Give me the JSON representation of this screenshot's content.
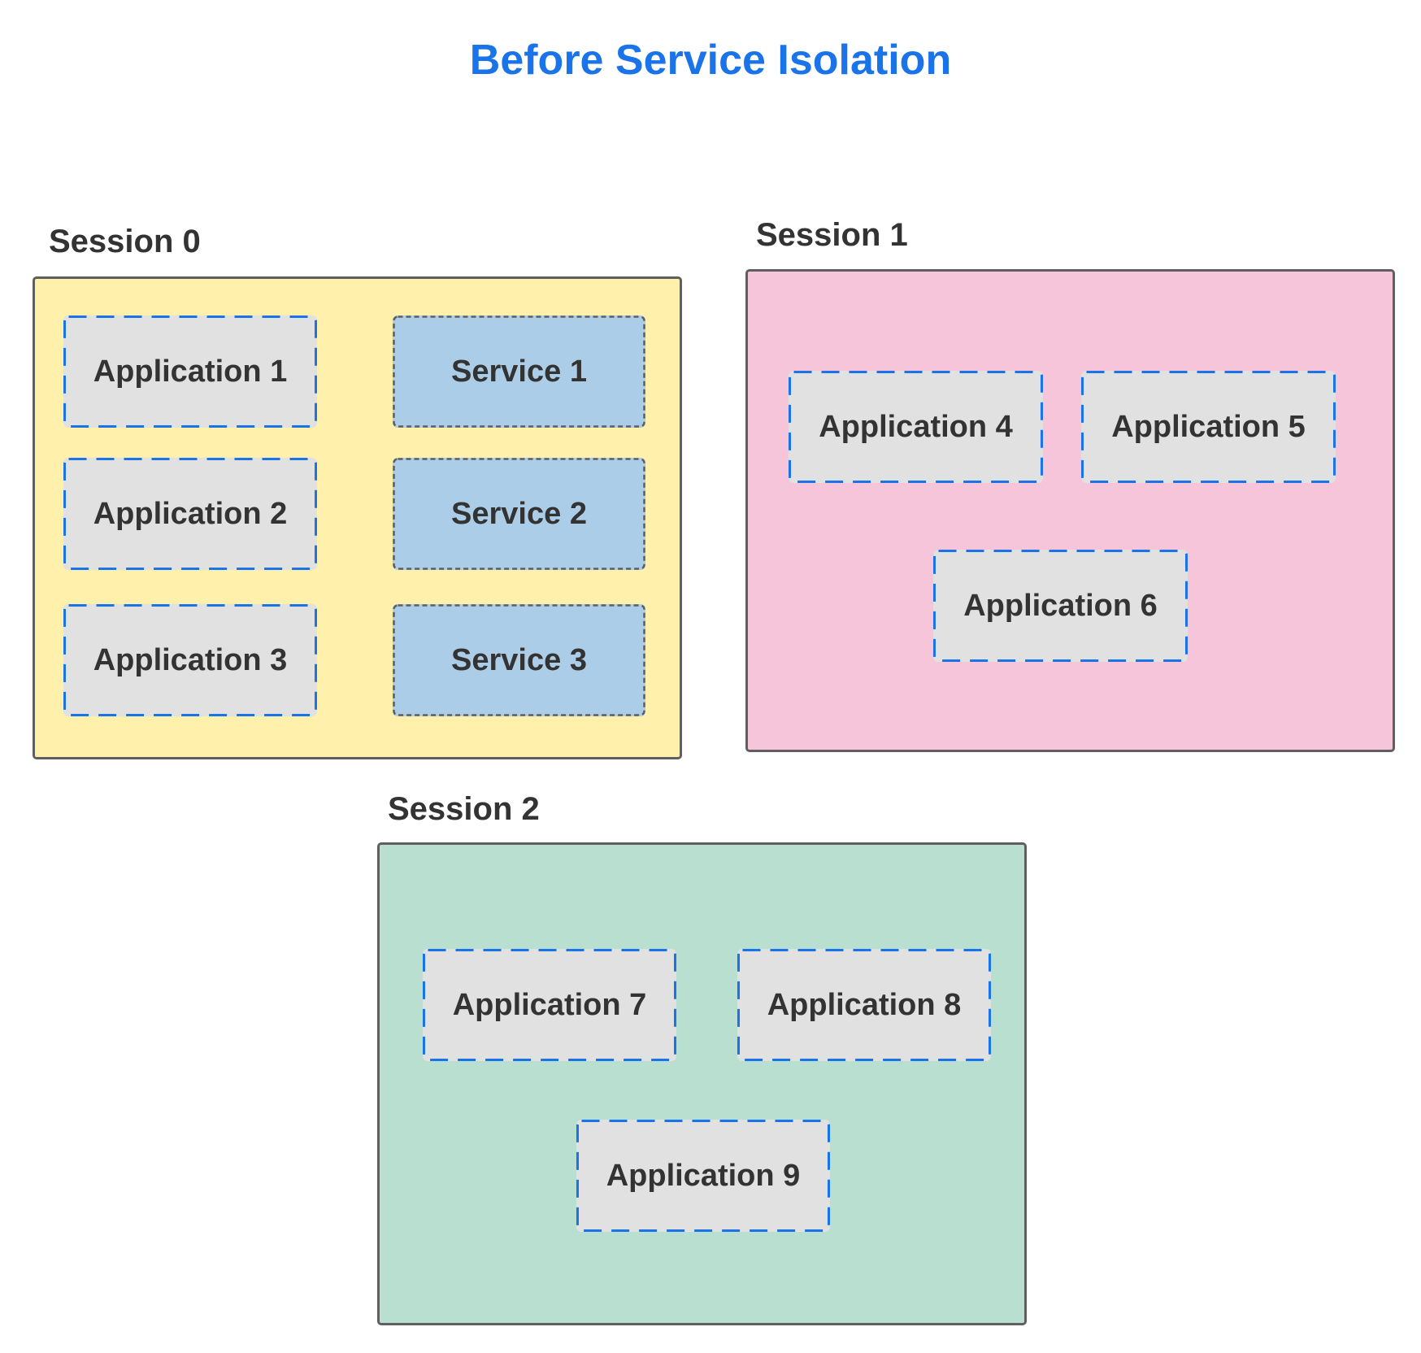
{
  "title": "Before Service Isolation",
  "colors": {
    "title": "#1a73e8",
    "session0_fill": "#fff0ac",
    "session1_fill": "#f6c5da",
    "session2_fill": "#b8dfcf",
    "application_fill": "#e1e1e1",
    "application_border": "#1a73e8",
    "service_fill": "#abcde8",
    "service_border": "#5f5f5f"
  },
  "sessions": [
    {
      "label": "Session 0",
      "applications": [
        "Application 1",
        "Application 2",
        "Application 3"
      ],
      "services": [
        "Service 1",
        "Service 2",
        "Service 3"
      ]
    },
    {
      "label": "Session 1",
      "applications": [
        "Application 4",
        "Application 5",
        "Application 6"
      ]
    },
    {
      "label": "Session 2",
      "applications": [
        "Application 7",
        "Application 8",
        "Application 9"
      ]
    }
  ]
}
